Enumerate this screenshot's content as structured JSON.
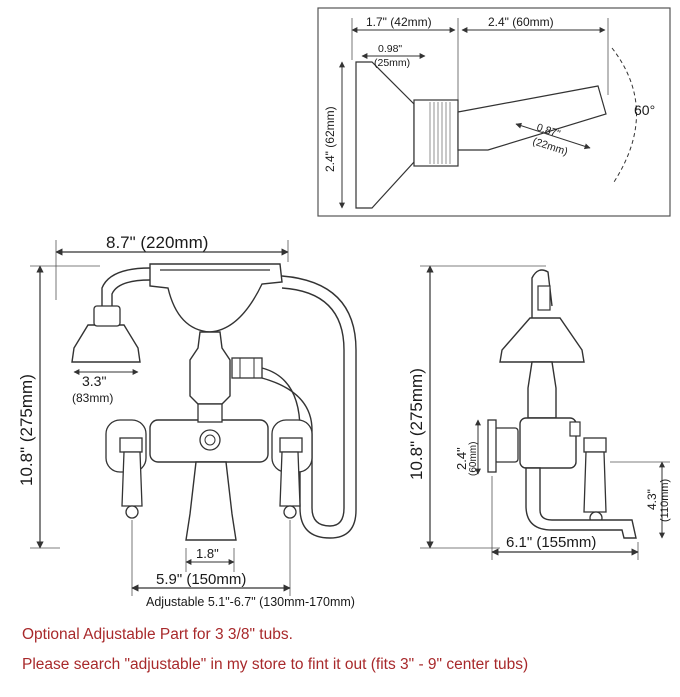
{
  "inset": {
    "dim_total_width": "1.7\" (42mm)",
    "dim_arm": "2.4\" (60mm)",
    "dim_collar": "0.98\"",
    "dim_collar_mm": "(25mm)",
    "dim_height": "2.4\" (62mm)",
    "dim_bore": "0.87\"",
    "dim_bore_mm": "(22mm)",
    "angle": "60°"
  },
  "front_view": {
    "width": "8.7\" (220mm)",
    "height": "10.8\" (275mm)",
    "head_diameter": "3.3\"",
    "head_diameter_mm": "(83mm)",
    "spout_width": "1.8\"",
    "centers": "5.9\" (150mm)",
    "adjustable": "Adjustable 5.1\"-6.7\" (130mm-170mm)"
  },
  "side_view": {
    "height": "10.8\" (275mm)",
    "flange": "2.4\"",
    "flange_mm": "(60mm)",
    "spout_drop": "4.3\"",
    "spout_drop_mm": "(110mm)",
    "depth": "6.1\" (155mm)"
  },
  "notes": {
    "line1": "Optional Adjustable Part for 3 3/8\" tubs.",
    "line2": "Please search \"adjustable\" in my store to fint it out (fits 3\" - 9\" center tubs)"
  },
  "colors": {
    "ink": "#3a3a3a",
    "note_red": "#a8292b",
    "inset_border": "#555555"
  }
}
